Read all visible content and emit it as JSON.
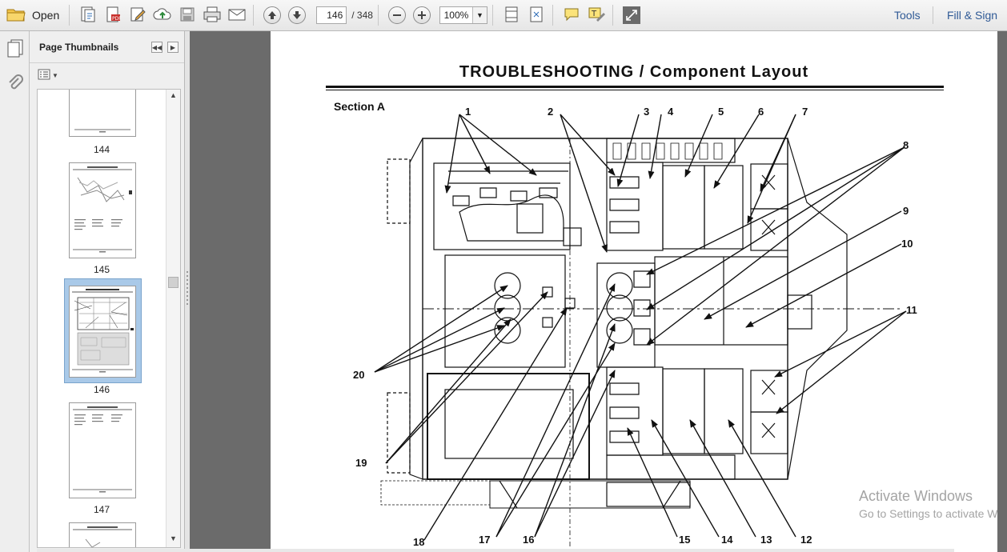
{
  "toolbar": {
    "open_label": "Open",
    "current_page": "146",
    "total_pages": "/ 348",
    "zoom": "100%",
    "tools_label": "Tools",
    "fill_sign_label": "Fill & Sign"
  },
  "panel": {
    "title": "Page Thumbnails",
    "thumbnails": [
      {
        "label": "144"
      },
      {
        "label": "145"
      },
      {
        "label": "146"
      },
      {
        "label": "147"
      }
    ]
  },
  "document": {
    "title": "TROUBLESHOOTING / Component Layout",
    "section": "Section A",
    "callouts": [
      "1",
      "2",
      "3",
      "4",
      "5",
      "6",
      "7",
      "8",
      "9",
      "10",
      "11",
      "12",
      "13",
      "14",
      "15",
      "16",
      "17",
      "18",
      "19",
      "20"
    ]
  },
  "watermark": {
    "line1": "Activate Windows",
    "line2": "Go to Settings to activate W"
  }
}
